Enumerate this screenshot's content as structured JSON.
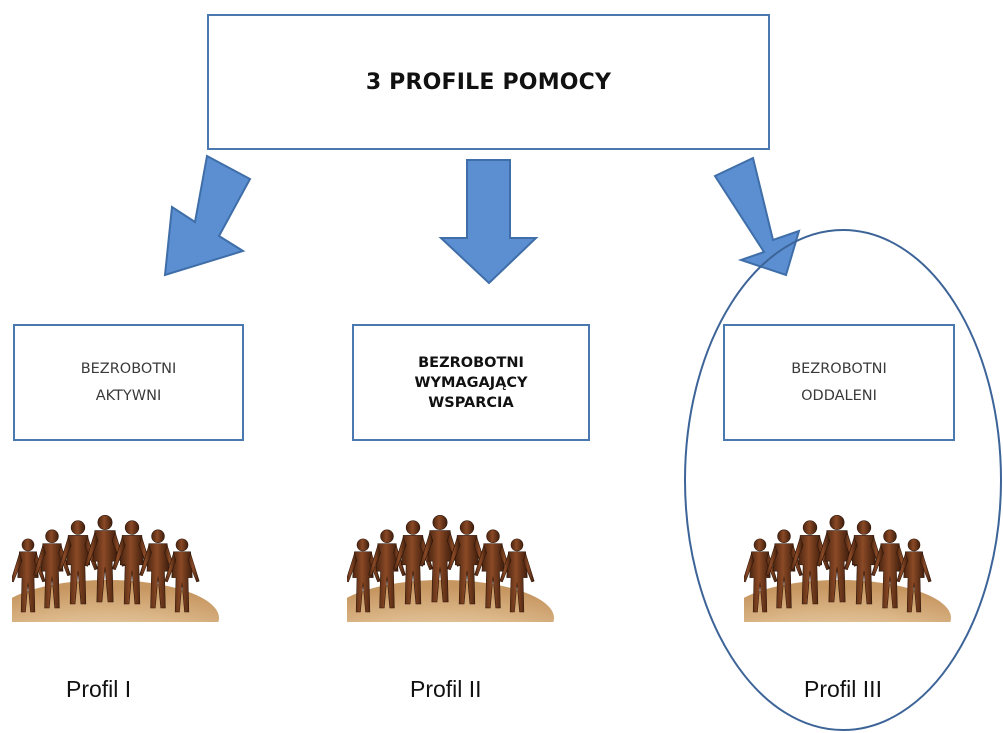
{
  "header": {
    "title": "3 PROFILE POMOCY"
  },
  "profiles": [
    {
      "box_lines": [
        "BEZROBOTNI",
        "AKTYWNI"
      ],
      "label": "Profil I"
    },
    {
      "box_lines": [
        "BEZROBOTNI",
        "WYMAGAJĄCY",
        "WSPARCIA"
      ],
      "label": "Profil II"
    },
    {
      "box_lines": [
        "BEZROBOTNI",
        "ODDALENI"
      ],
      "label": "Profil III"
    }
  ],
  "colors": {
    "arrow_fill": "#5b8fd1",
    "arrow_stroke": "#3f6ea8",
    "box_border": "#4a78b0",
    "ellipse_stroke": "#3d6498",
    "figure_dark": "#5a2d15",
    "figure_light": "#c07a4a",
    "ground": "#e2c39a"
  },
  "icons": [
    "arrow-down-left-icon",
    "arrow-down-icon",
    "arrow-down-right-icon",
    "people-group-icon"
  ]
}
